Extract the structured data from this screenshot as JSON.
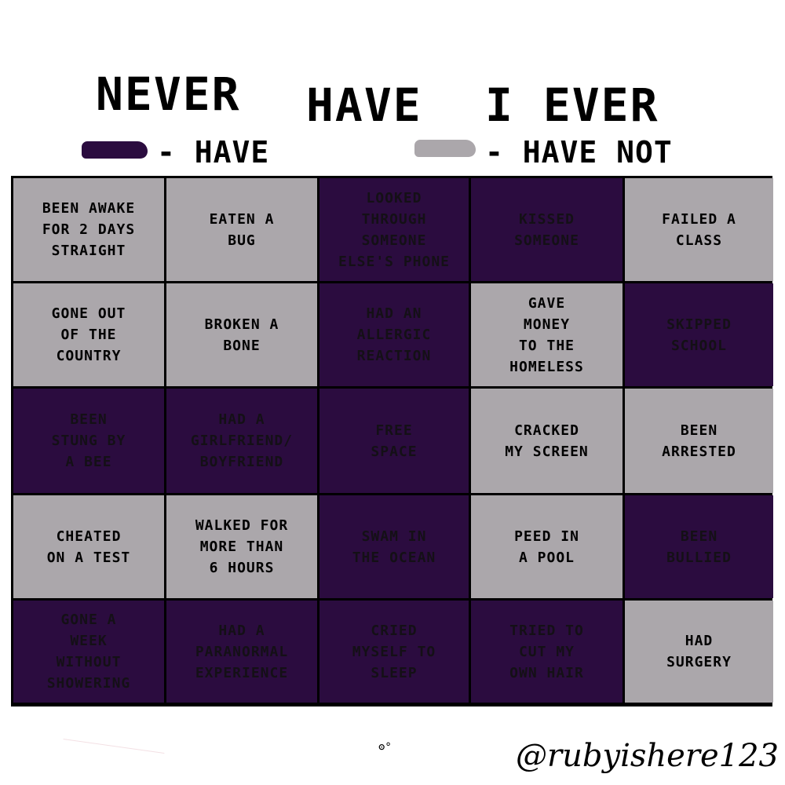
{
  "title": {
    "w1": "NEVER",
    "w2": "HAVE",
    "w3": "I EVER"
  },
  "legend": {
    "have_label": "- HAVE",
    "have_color": "#2b0c3f",
    "havenot_label": "- HAVE NOT",
    "havenot_color": "#aba7ab"
  },
  "cells": [
    {
      "text": "BEEN AWAKE\nFOR 2 DAYS\nSTRAIGHT",
      "state": "havenot"
    },
    {
      "text": "EATEN A\nBUG",
      "state": "havenot"
    },
    {
      "text": "LOOKED\nTHROUGH\nSOMEONE\nELSE'S PHONE",
      "state": "have"
    },
    {
      "text": "KISSED\nSOMEONE",
      "state": "have"
    },
    {
      "text": "FAILED A\nCLASS",
      "state": "havenot"
    },
    {
      "text": "GONE OUT\nOF THE\nCOUNTRY",
      "state": "havenot"
    },
    {
      "text": "BROKEN A\nBONE",
      "state": "havenot"
    },
    {
      "text": "HAD AN\nALLERGIC\nREACTION",
      "state": "have"
    },
    {
      "text": "GAVE\nMONEY\nTO THE\nHOMELESS",
      "state": "havenot"
    },
    {
      "text": "SKIPPED\nSCHOOL",
      "state": "have"
    },
    {
      "text": "BEEN\nSTUNG BY\nA BEE",
      "state": "have"
    },
    {
      "text": "HAD A\nGIRLFRIEND/\nBOYFRIEND",
      "state": "have"
    },
    {
      "text": "FREE\nSPACE",
      "state": "have"
    },
    {
      "text": "CRACKED\nMY SCREEN",
      "state": "havenot"
    },
    {
      "text": "BEEN\nARRESTED",
      "state": "havenot"
    },
    {
      "text": "CHEATED\nON A TEST",
      "state": "havenot"
    },
    {
      "text": "WALKED FOR\nMORE THAN\n6 HOURS",
      "state": "havenot"
    },
    {
      "text": "SWAM IN\nTHE OCEAN",
      "state": "have"
    },
    {
      "text": "PEED IN\nA POOL",
      "state": "havenot"
    },
    {
      "text": "BEEN\nBULLIED",
      "state": "have"
    },
    {
      "text": "GONE A\nWEEK\nWITHOUT\nSHOWERING",
      "state": "have"
    },
    {
      "text": "HAD A\nPARANORMAL\nEXPERIENCE",
      "state": "have"
    },
    {
      "text": "CRIED\nMYSELF TO\nSLEEP",
      "state": "have"
    },
    {
      "text": "TRIED TO\nCUT MY\nOWN HAIR",
      "state": "have"
    },
    {
      "text": "HAD\nSURGERY",
      "state": "havenot"
    }
  ],
  "signature": "@rubyishere123"
}
